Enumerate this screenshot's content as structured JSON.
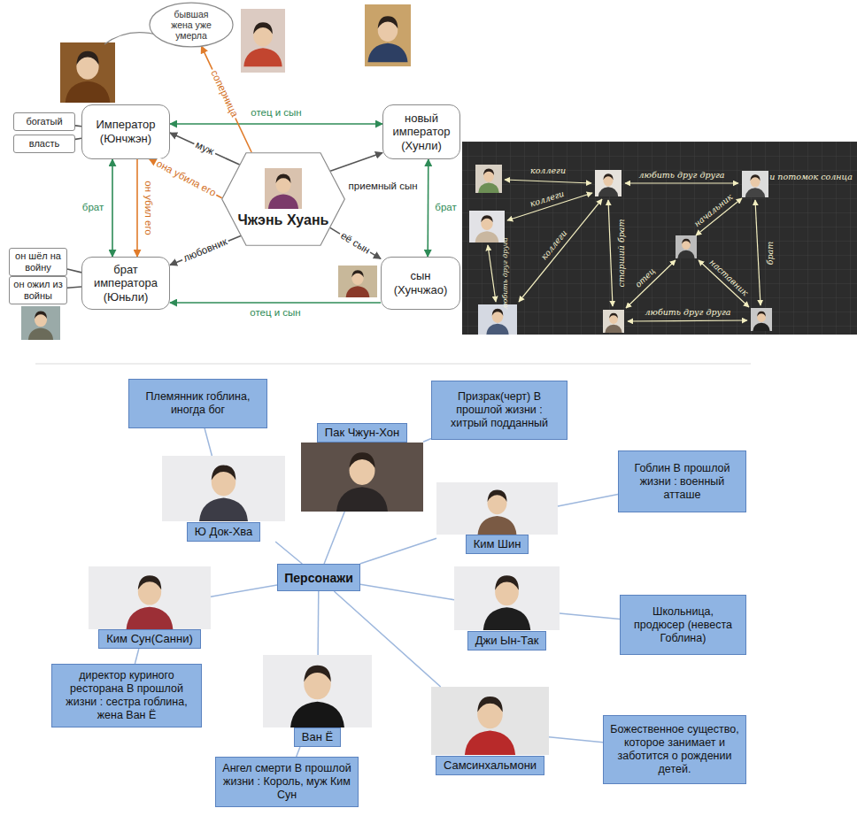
{
  "diagram": {
    "nodes": [
      {
        "text": [
          "бывшая жена уже умерла"
        ]
      },
      {
        "text": [
          "богатый"
        ]
      },
      {
        "text": [
          "власть"
        ]
      },
      {
        "text": [
          "Император (Юнчжэн)"
        ]
      },
      {
        "text": [
          "новый император (Хунли)"
        ]
      },
      {
        "text": [
          "Чжэнь Хуань"
        ]
      },
      {
        "text": [
          "он шёл на войну"
        ]
      },
      {
        "text": [
          "он ожил из войны"
        ]
      },
      {
        "text": [
          "брат императора (Юньли)"
        ]
      },
      {
        "text": [
          "сын (Хунчжао)"
        ]
      },
      {
        "text": [
          "Племянник гоблина, иногда бог"
        ]
      },
      {
        "text": [
          "Пак Чжун-Хон"
        ]
      },
      {
        "text": [
          "Призрак(черт) В прошлой жизни : хитрый подданный"
        ]
      },
      {
        "text": [
          "Ю Док-Хва"
        ]
      },
      {
        "text": [
          "Ким Шин"
        ]
      },
      {
        "text": [
          "Гоблин В прошлой жизни : военный атташе"
        ]
      },
      {
        "text": [
          "Персонажи"
        ]
      },
      {
        "text": [
          "Ким Сун(Санни)"
        ]
      },
      {
        "text": [
          "Джи Ын-Так"
        ]
      },
      {
        "text": [
          "Школьница, продюсер (невеста Гоблина)"
        ]
      },
      {
        "text": [
          "директор куриного ресторана В прошлой жизни : сестра гоблина, жена Ван Ё"
        ]
      },
      {
        "text": [
          "Ван Ё"
        ]
      },
      {
        "text": [
          "Самсинхальмони"
        ]
      },
      {
        "text": [
          "Божественное существо, которое занимает и заботится о рождении детей."
        ]
      },
      {
        "text": [
          "Ангел смерти В прошлой жизни : Король, муж Ким Сун"
        ]
      }
    ],
    "edges": [
      {
        "from": 3,
        "to": 4,
        "label": "отец и сын",
        "arrow": "both"
      },
      {
        "from": 5,
        "to": 3,
        "label": "муж",
        "arrow": "to"
      },
      {
        "from": 5,
        "to": 3,
        "label": "она убила его",
        "arrow": "to"
      },
      {
        "from": 5,
        "to": 0,
        "label": "соперница",
        "arrow": "to"
      },
      {
        "from": 5,
        "to": 4,
        "label": "приемный сын",
        "arrow": "to"
      },
      {
        "from": 5,
        "to": 8,
        "label": "любовник",
        "arrow": "to"
      },
      {
        "from": 5,
        "to": 9,
        "label": "её сын",
        "arrow": "to"
      },
      {
        "from": 3,
        "to": 8,
        "label": "брат",
        "arrow": "both"
      },
      {
        "from": 3,
        "to": 8,
        "label": "он убил его",
        "arrow": "to"
      },
      {
        "from": 4,
        "to": 9,
        "label": "брат",
        "arrow": "both"
      },
      {
        "from": 9,
        "to": 8,
        "label": "отец и сын",
        "arrow": "to"
      },
      {
        "from": 1,
        "to": 3,
        "arrow": "none"
      },
      {
        "from": 2,
        "to": 3,
        "arrow": "none"
      },
      {
        "from": 6,
        "to": 8,
        "arrow": "none"
      },
      {
        "from": 7,
        "to": 8,
        "arrow": "none"
      },
      {
        "from": 16,
        "to": 11,
        "arrow": "none"
      },
      {
        "from": 16,
        "to": 13,
        "arrow": "none"
      },
      {
        "from": 16,
        "to": 14,
        "arrow": "none"
      },
      {
        "from": 16,
        "to": 17,
        "arrow": "none"
      },
      {
        "from": 16,
        "to": 18,
        "arrow": "none"
      },
      {
        "from": 16,
        "to": 21,
        "arrow": "none"
      },
      {
        "from": 16,
        "to": 22,
        "arrow": "none"
      },
      {
        "from": 13,
        "to": 10,
        "arrow": "none"
      },
      {
        "from": 11,
        "to": 12,
        "arrow": "none"
      },
      {
        "from": 14,
        "to": 15,
        "arrow": "none"
      },
      {
        "from": 17,
        "to": 20,
        "arrow": "none"
      },
      {
        "from": 18,
        "to": 19,
        "arrow": "none"
      },
      {
        "from": 21,
        "to": 24,
        "arrow": "none"
      },
      {
        "from": 22,
        "to": 23,
        "arrow": "none"
      }
    ],
    "labels": [
      "коллеги",
      "любить друг друга",
      "и потомок солнца",
      "коллеги",
      "коллеги",
      "любить друг друга",
      "старший брат",
      "начальник",
      "отец",
      "наставник",
      "брат",
      "любить друг друга"
    ]
  }
}
